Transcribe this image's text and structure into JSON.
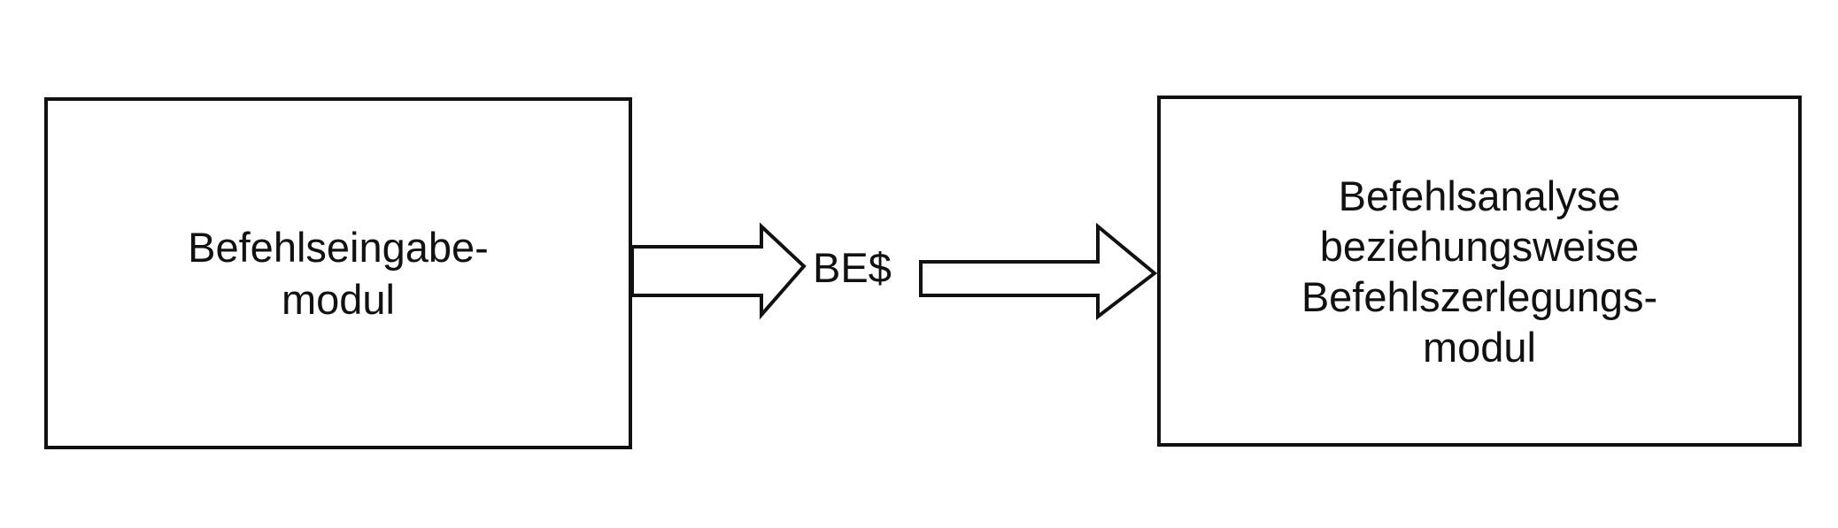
{
  "diagram": {
    "source_module": {
      "lines": [
        "Befehlseingabe-",
        "modul"
      ]
    },
    "target_module": {
      "lines": [
        "Befehlsanalyse",
        "beziehungsweise",
        "Befehlszerlegungs-",
        "modul"
      ]
    },
    "signal": {
      "label": "BE$"
    },
    "colors": {
      "stroke": "#111111",
      "background": "#ffffff"
    }
  }
}
